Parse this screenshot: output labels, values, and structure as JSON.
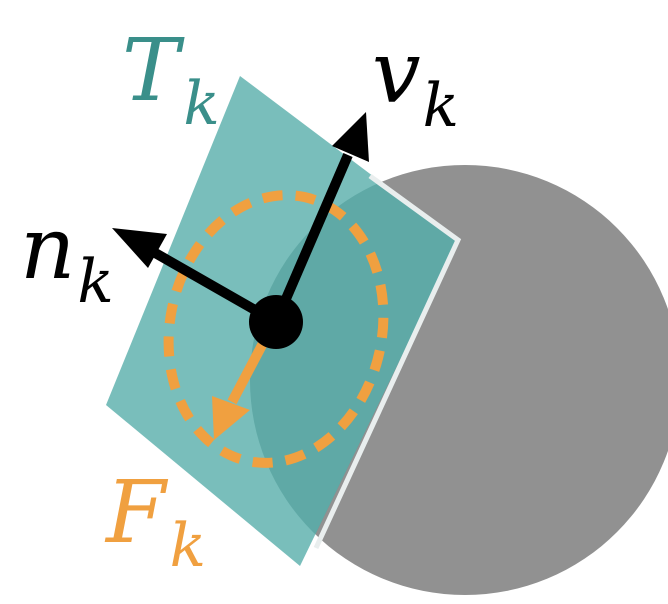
{
  "labels": {
    "tangent_plane": {
      "main": "T",
      "sub": "k"
    },
    "velocity": {
      "main": "v",
      "sub": "k"
    },
    "normal": {
      "main": "n",
      "sub": "k"
    },
    "force": {
      "main": "F",
      "sub": "k"
    }
  },
  "colors": {
    "teal_text": "#3a8f8a",
    "plane_fill": "#5cb0ac",
    "sphere": "#919191",
    "orange": "#f0a040",
    "black": "#000000"
  }
}
